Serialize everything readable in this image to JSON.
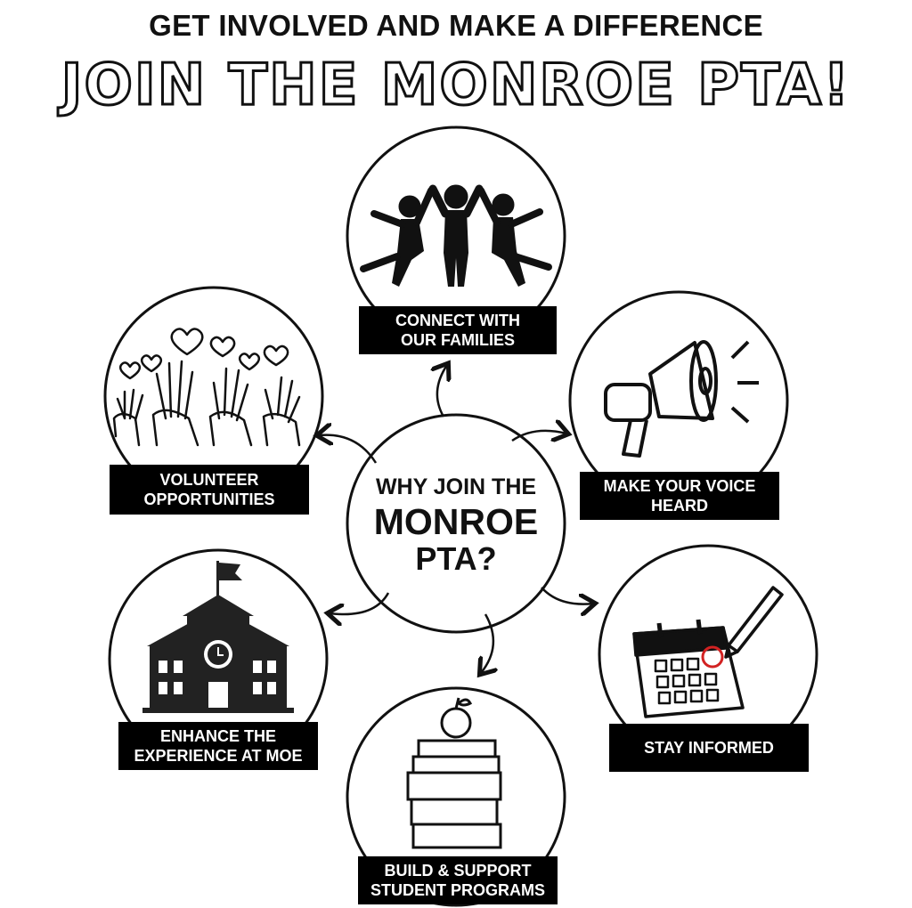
{
  "header": {
    "headline": "GET INVOLVED AND MAKE A DIFFERENCE",
    "title": "JOIN THE MONROE PTA!"
  },
  "hub": {
    "line1": "WHY JOIN THE",
    "line2": "MONROE",
    "line3": "PTA?"
  },
  "items": [
    {
      "line1": "CONNECT WITH",
      "line2": "OUR FAMILIES",
      "icon": "people-icon"
    },
    {
      "line1": "MAKE YOUR VOICE",
      "line2": "HEARD",
      "icon": "megaphone-icon"
    },
    {
      "line1": "STAY INFORMED",
      "line2": "",
      "icon": "calendar-icon"
    },
    {
      "line1": "BUILD & SUPPORT",
      "line2": "STUDENT PROGRAMS",
      "icon": "books-apple-icon"
    },
    {
      "line1": "ENHANCE THE",
      "line2": "EXPERIENCE AT MOE",
      "icon": "school-icon"
    },
    {
      "line1": "VOLUNTEER",
      "line2": "OPPORTUNITIES",
      "icon": "raised-hands-icon"
    }
  ],
  "colors": {
    "ink": "#111111",
    "label_bg": "#000000",
    "label_text": "#ffffff",
    "highlight": "#d22222"
  }
}
